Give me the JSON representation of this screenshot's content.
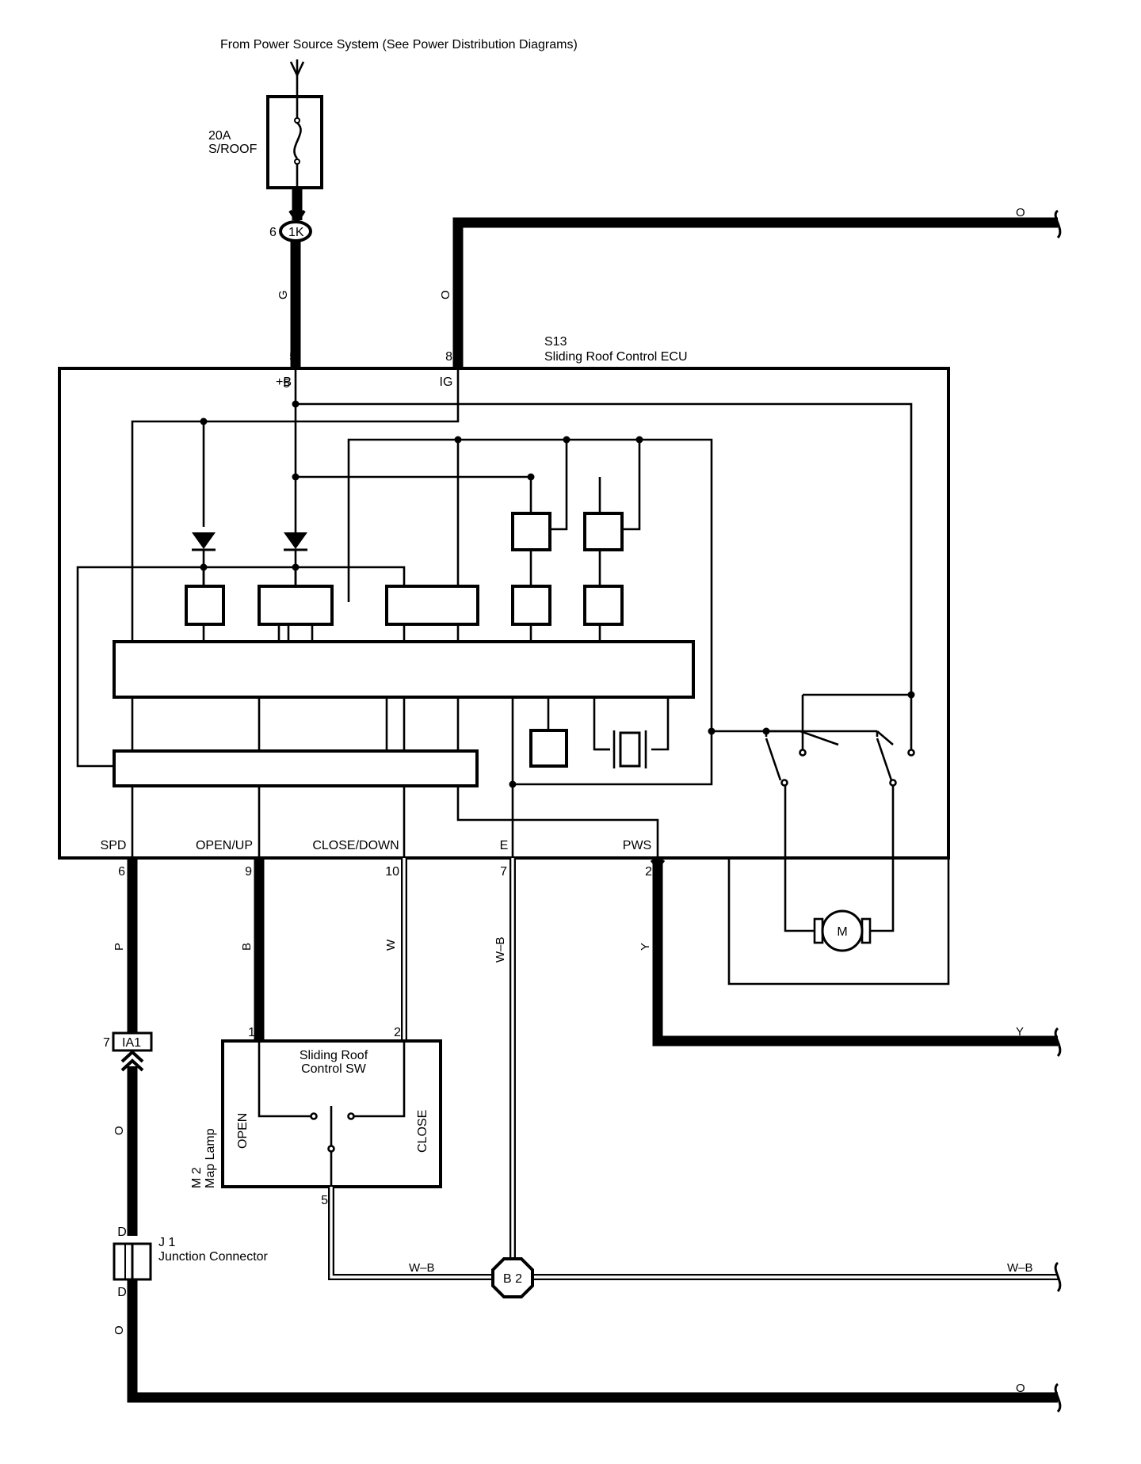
{
  "header": {
    "power_source": "From Power Source System (See Power Distribution Diagrams)"
  },
  "fuse": {
    "rating": "20A",
    "name": "S/ROOF"
  },
  "connectors": {
    "c1k": {
      "label": "1K",
      "pin": "6"
    },
    "ia1": {
      "label": "IA1",
      "pin": "7"
    },
    "b2": {
      "label": "B 2"
    },
    "j1": {
      "id": "J 1",
      "name": "Junction Connector",
      "pin_top": "D",
      "pin_bottom": "D"
    }
  },
  "ecu": {
    "id": "S13",
    "name": "Sliding Roof Control ECU",
    "top_terminals": [
      {
        "name": "+B",
        "pin": "5",
        "wire": "G"
      },
      {
        "name": "IG",
        "pin": "8",
        "wire": "O"
      }
    ],
    "bottom_terminals": [
      {
        "name": "SPD",
        "pin": "6",
        "wire": "P"
      },
      {
        "name": "OPEN/UP",
        "pin": "9",
        "wire": "B"
      },
      {
        "name": "CLOSE/DOWN",
        "pin": "10",
        "wire": "W"
      },
      {
        "name": "E",
        "pin": "7",
        "wire": "W–B"
      },
      {
        "name": "PWS",
        "pin": "2",
        "wire": "Y"
      }
    ],
    "motor": "M"
  },
  "switch": {
    "title_line1": "Sliding Roof",
    "title_line2": "Control SW",
    "open": "OPEN",
    "close": "CLOSE",
    "pin1": "1",
    "pin2": "2",
    "pin5": "5",
    "map_lamp_id": "M 2",
    "map_lamp_name": "Map Lamp"
  },
  "wires": {
    "o_top": "O",
    "y_right": "Y",
    "wb_bottom_left": "W–B",
    "wb_bottom_right": "W–B",
    "o_after_ia1": "O",
    "o_after_j1": "O",
    "o_bottom_right": "O"
  }
}
